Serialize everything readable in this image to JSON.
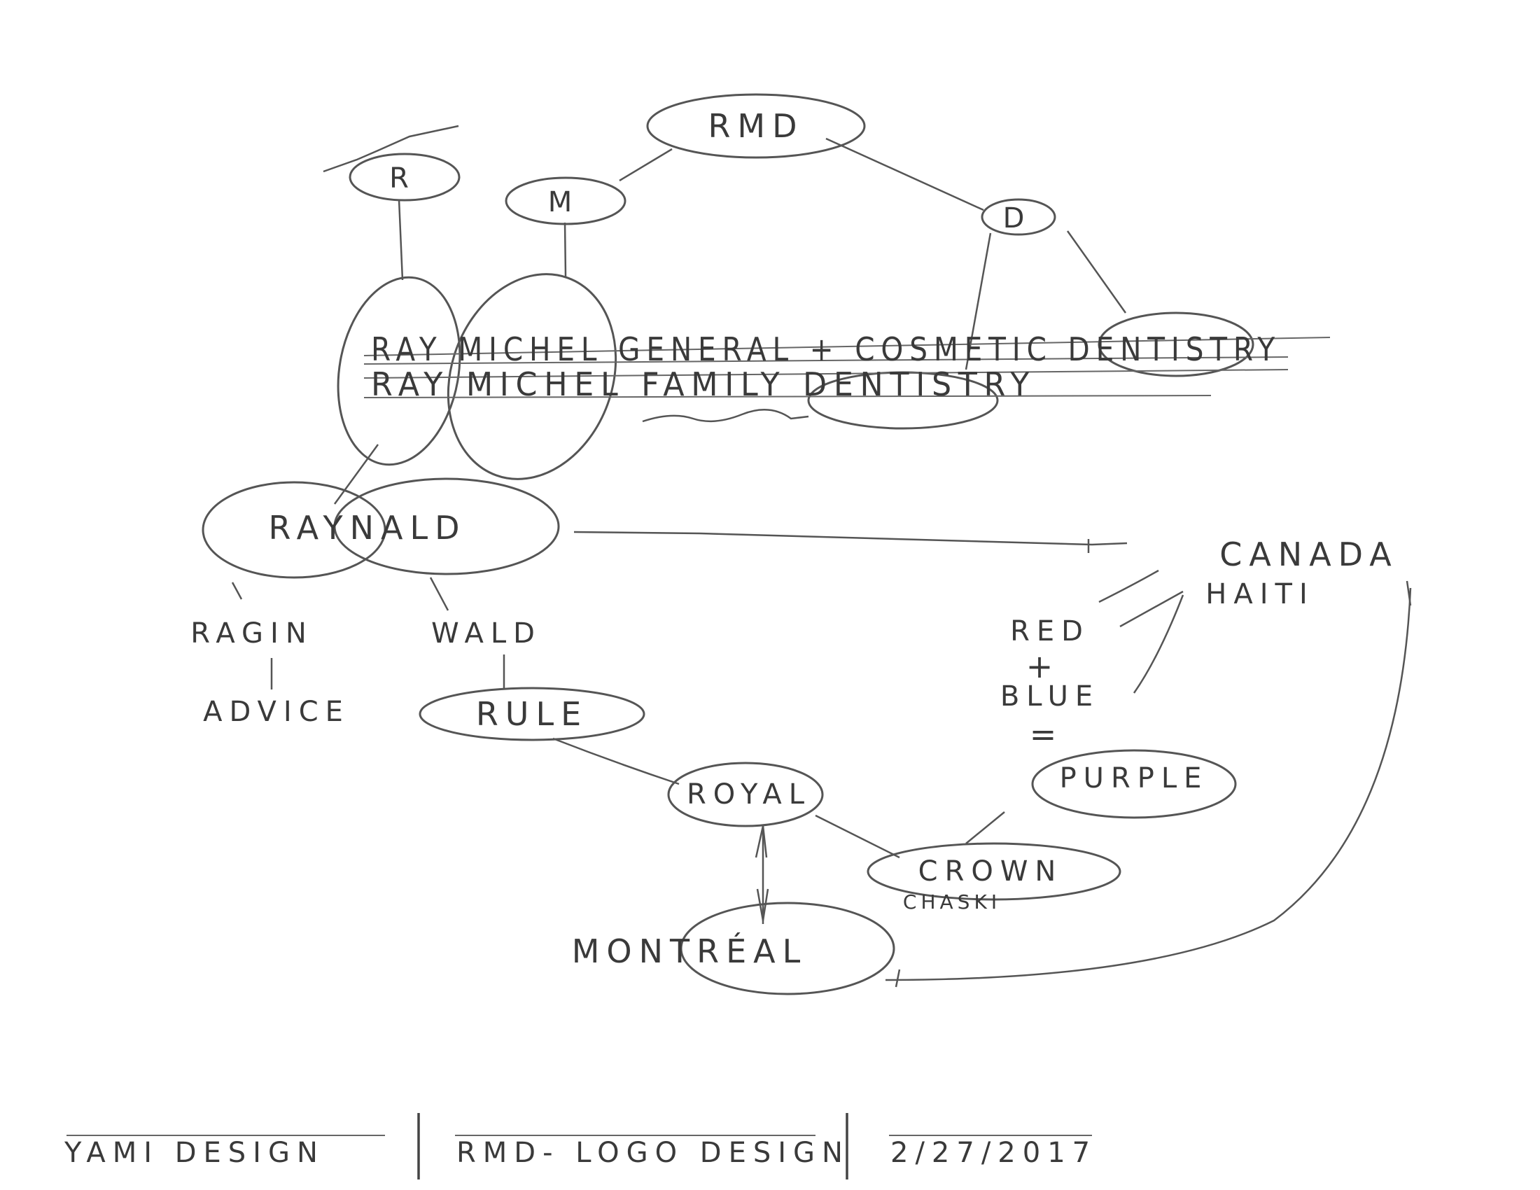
{
  "nodes": {
    "rmd": "RMD",
    "r": "R",
    "m": "M",
    "d": "D",
    "line1": "RAY MICHEL GENERAL + COSMETIC DENTISTRY",
    "line2": "RAY MICHEL FAMILY DENTISTRY",
    "raynald": "RAYNALD",
    "ragin": "RAGIN",
    "wald": "WALD",
    "advice": "ADVICE",
    "rule": "RULE",
    "royal": "ROYAL",
    "canada": "CANADA",
    "haiti": "HAITI",
    "red": "RED",
    "plus": "+",
    "blue": "BLUE",
    "equals": "=",
    "purple": "PURPLE",
    "crown": "CROWN",
    "chaski": "CHASKI",
    "montreal": "MONTRÉAL"
  },
  "footer": {
    "studio": "YAMI DESIGN",
    "project": "RMD- LOGO DESIGN",
    "date": "2/27/2017"
  }
}
